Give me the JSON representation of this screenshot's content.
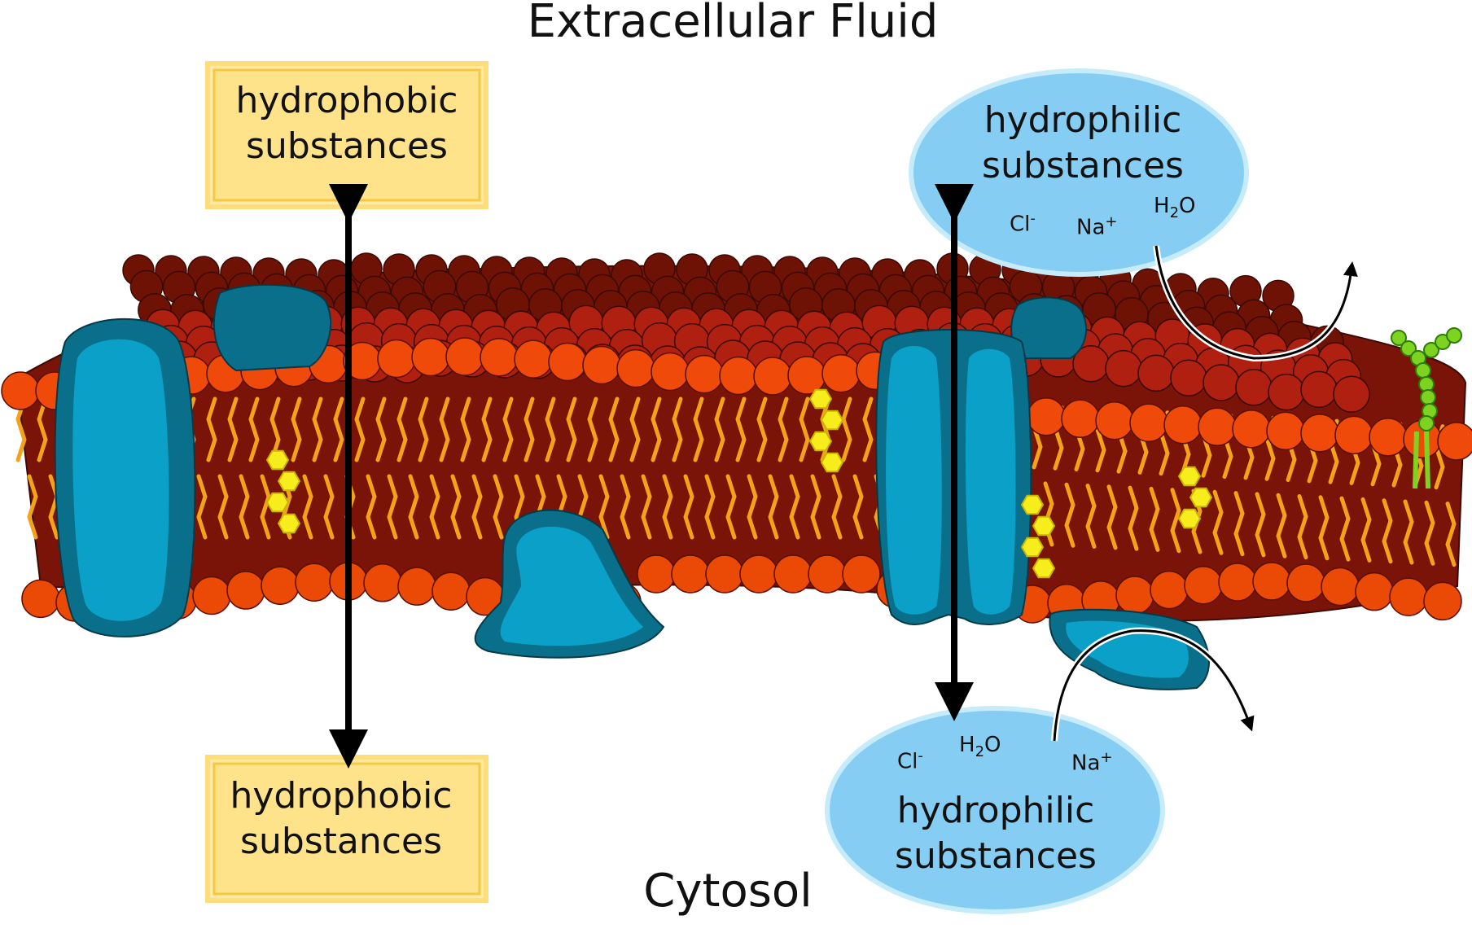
{
  "regions": {
    "top": "Extracellular Fluid",
    "bottom": "Cytosol"
  },
  "hydrophobic": {
    "top_line1": "hydrophobic",
    "top_line2": "substances",
    "bottom_line1": "hydrophobic",
    "bottom_line2": "substances"
  },
  "hydrophilic": {
    "top_line1": "hydrophilic",
    "top_line2": "substances",
    "bottom_line1": "hydrophilic",
    "bottom_line2": "substances"
  },
  "ions": {
    "chloride_base": "Cl",
    "chloride_charge": "-",
    "sodium_base": "Na",
    "sodium_charge": "+",
    "water_h": "H",
    "water_sub": "2",
    "water_o": "O"
  },
  "colors": {
    "head_light": "#f04a0a",
    "head_dark": "#a01808",
    "membrane_core": "#8f1a0c",
    "tail": "#f2a317",
    "protein_light": "#0aa0c8",
    "protein_dark": "#0a6f8a",
    "cholesterol": "#f7ec1c",
    "glyco": "#7ed321",
    "hydrophobic_box": "#ffe38a",
    "hydrophilic_oval": "#86cdf4"
  }
}
